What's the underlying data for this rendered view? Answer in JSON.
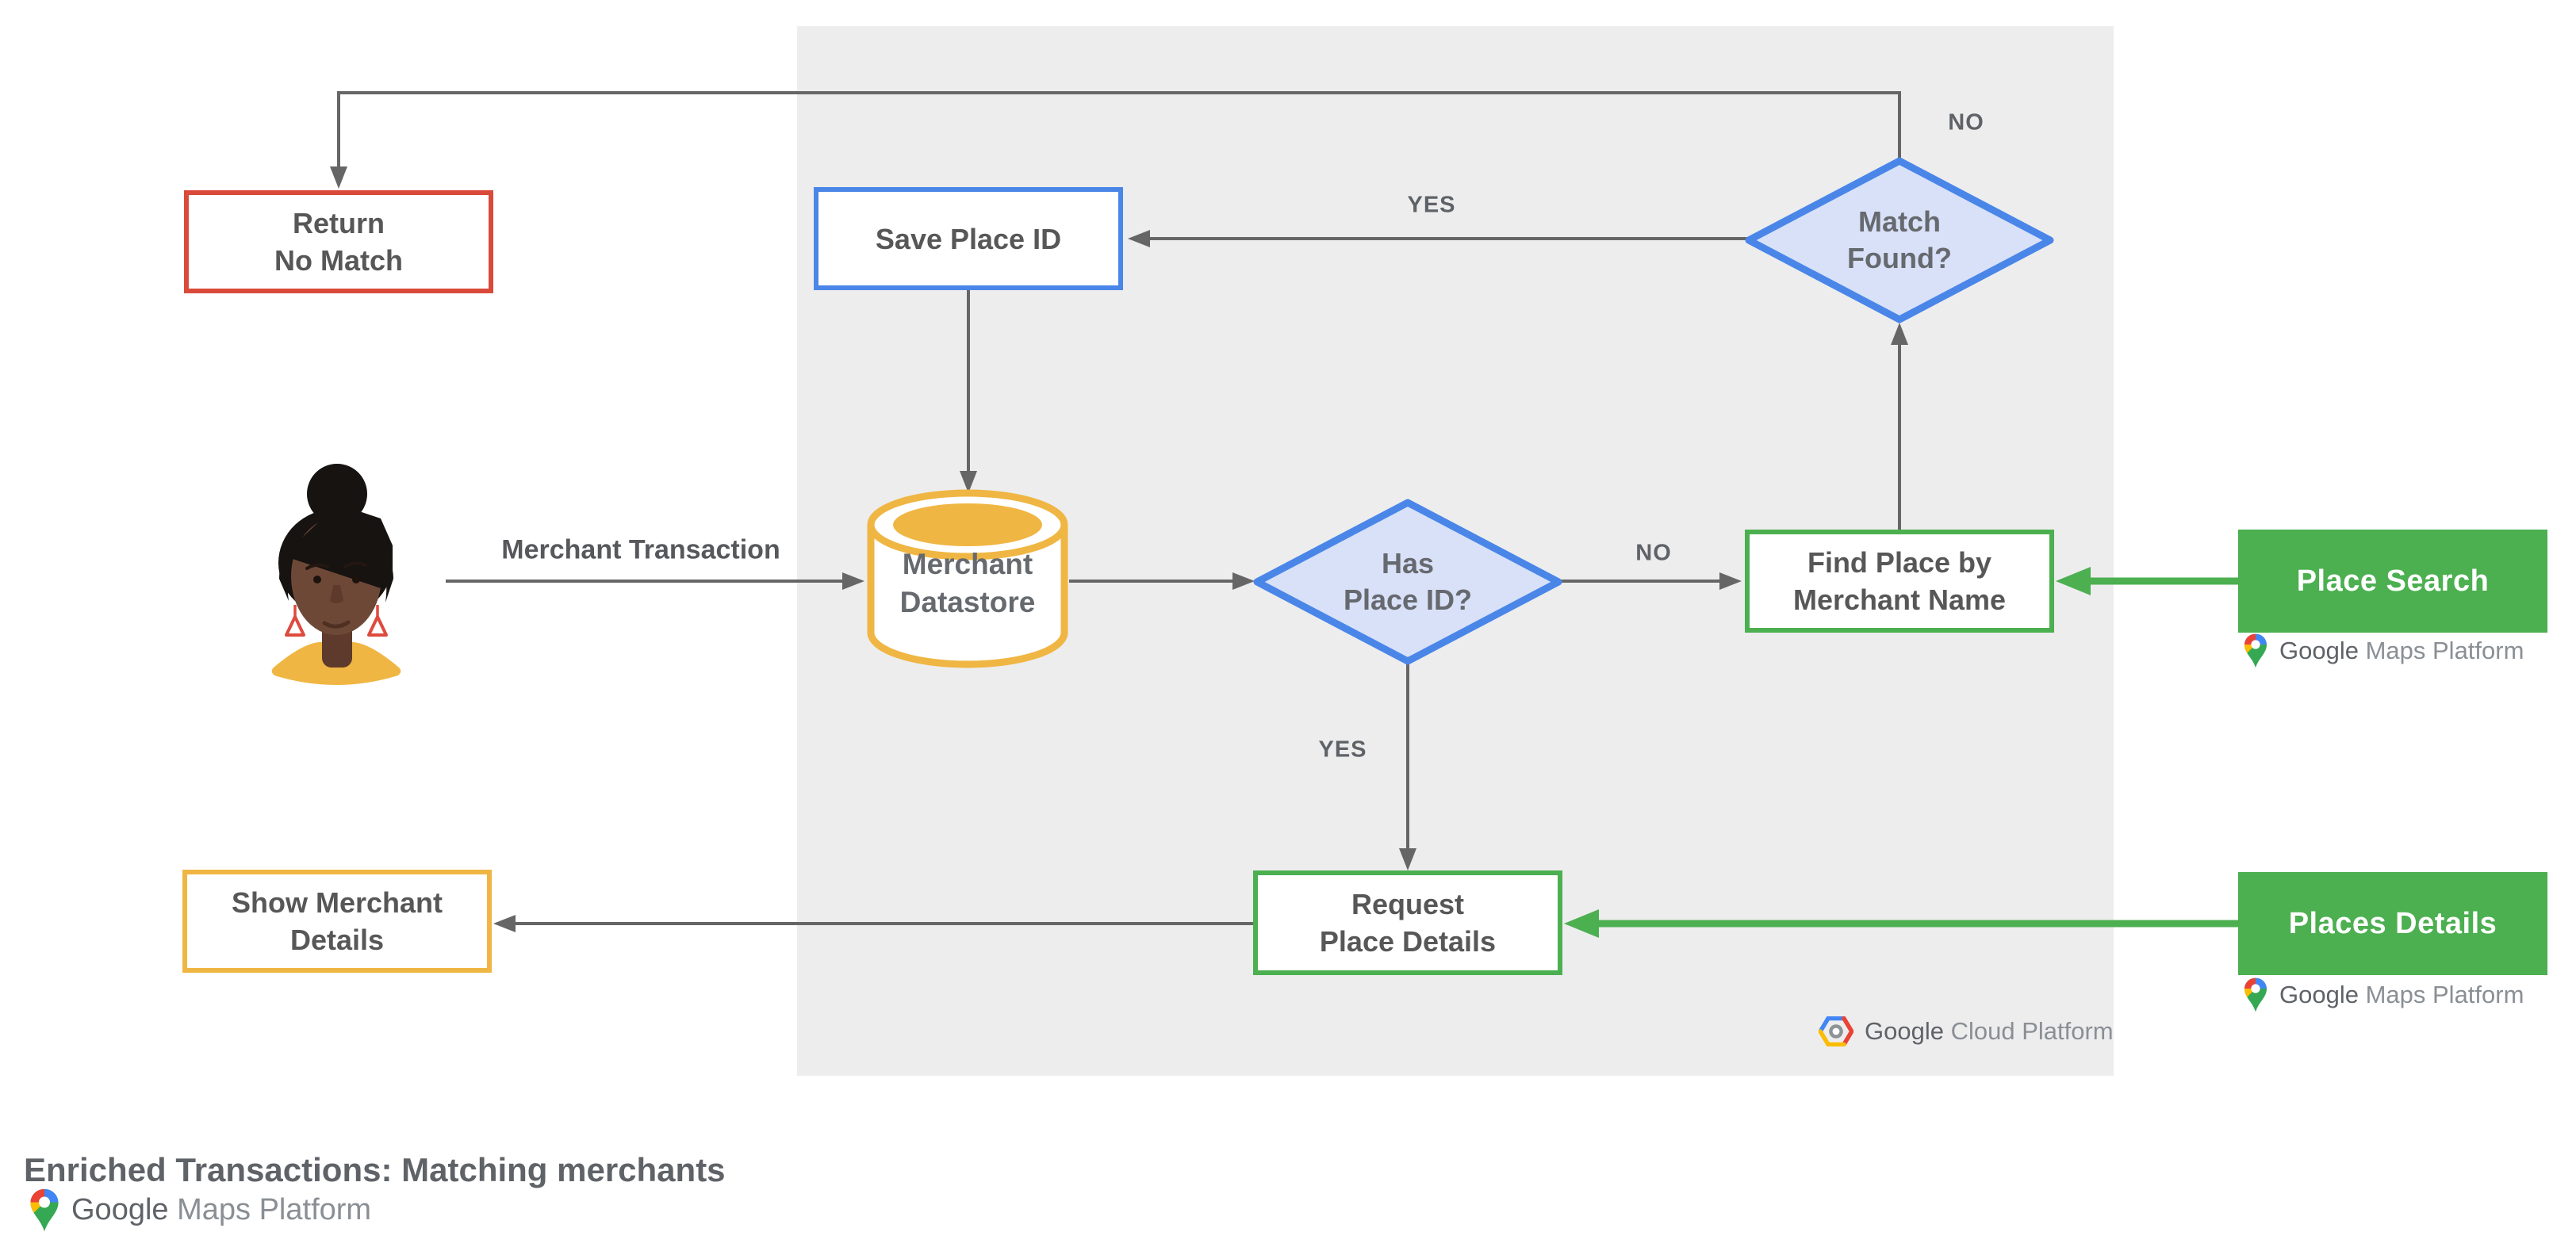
{
  "title": "Enriched Transactions: Matching merchants",
  "nodes": {
    "return_no_match": {
      "line1": "Return",
      "line2": "No Match"
    },
    "save_place_id": {
      "line1": "Save Place ID",
      "line2": ""
    },
    "match_found": {
      "line1": "Match",
      "line2": "Found?"
    },
    "merchant_datastore": {
      "line1": "Merchant",
      "line2": "Datastore"
    },
    "has_place_id": {
      "line1": "Has",
      "line2": "Place ID?"
    },
    "find_place_by_merchant_name": {
      "line1": "Find Place by",
      "line2": "Merchant Name"
    },
    "place_search": {
      "line1": "Place Search",
      "line2": ""
    },
    "request_place_details": {
      "line1": "Request",
      "line2": "Place Details"
    },
    "places_details": {
      "line1": "Places Details",
      "line2": ""
    },
    "show_merchant_details": {
      "line1": "Show Merchant",
      "line2": "Details"
    }
  },
  "edge_labels": {
    "yes_match_found": "YES",
    "no_match_found": "NO",
    "no_has_place_id": "NO",
    "yes_has_place_id": "YES",
    "merchant_transaction": "Merchant Transaction"
  },
  "logos": {
    "google_cloud_platform": {
      "brand": "Google",
      "product": " Cloud Platform"
    },
    "maps_platform_place_search": {
      "brand": "Google",
      "product": " Maps Platform"
    },
    "maps_platform_places_details": {
      "brand": "Google",
      "product": " Maps Platform"
    },
    "maps_platform_footer": {
      "brand": "Google",
      "product": " Maps Platform"
    }
  },
  "colors": {
    "panel": "#ededee",
    "arrow": "#666666",
    "node_text": "#575757",
    "label_text": "#5f6368",
    "red": "#da4a3a",
    "blue": "#4a86e8",
    "blue_fill": "#d8e1f8",
    "yellow": "#f0b643",
    "green": "#4caf50",
    "title_text": "#5f6368",
    "logo_brand": "#5f6368",
    "logo_product": "#8a8f94",
    "g_blue": "#4285f4",
    "g_red": "#ea4335",
    "g_yellow": "#fbbc04",
    "g_green": "#34a853"
  }
}
